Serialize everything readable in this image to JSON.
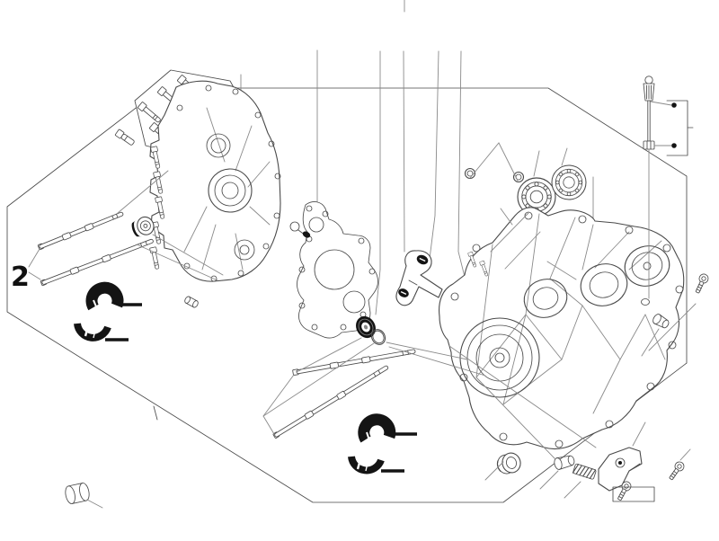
{
  "diagram": {
    "kind": "exploded-parts-diagram",
    "subject": "engine-crankcase-assembly",
    "callout": {
      "label": "2"
    },
    "colors": {
      "background": "#ffffff",
      "line": "#4a4a4a",
      "solid": "#141414",
      "light": "#8a8a8a"
    },
    "parts": [
      "crankcase-left-half",
      "crankcase-right-half",
      "center-gasket",
      "stud-bolt-left-upper",
      "stud-bolt-left-lower",
      "stud-bolt-center-upper",
      "stud-bolt-center-lower",
      "bearing-shell-upper-left",
      "bearing-shell-lower-left",
      "bearing-shell-upper-center",
      "bearing-shell-lower-center",
      "ball-bearing-1",
      "ball-bearing-2",
      "ball-bearing-3",
      "snap-ring",
      "oil-seal-small",
      "oil-seal-large",
      "o-ring",
      "roller-bushing",
      "dowel-pin",
      "hex-bolt-small",
      "holder-bracket",
      "oil-dipstick",
      "dipstick-bracket",
      "plug-right",
      "flange-bolt-right",
      "end-bushing",
      "drain-plug",
      "coil-spring",
      "bracket-plate",
      "flange-screw-1",
      "flange-screw-2",
      "sleeve-bushing"
    ]
  }
}
